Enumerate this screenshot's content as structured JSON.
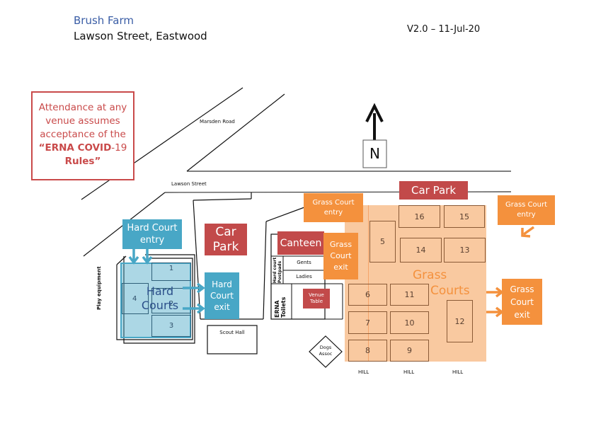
{
  "header": {
    "title": "Brush Farm",
    "subtitle": "Lawson Street, Eastwood",
    "version": "V2.0 – 11-Jul-20"
  },
  "notice": {
    "line1": "Attendance at any",
    "line2": "venue assumes",
    "line3": "acceptance of the",
    "line4_bold": "“ERNA COVID",
    "line4_rest": "-19",
    "line5": "Rules”"
  },
  "compass": {
    "label": "N",
    "icon": "north-arrow-icon"
  },
  "roads": {
    "marsden": "Marsden Road",
    "lawson": "Lawson Street"
  },
  "areas": {
    "car_park_top": "Car Park",
    "car_park_left_line1": "Car",
    "car_park_left_line2": "Park",
    "canteen": "Canteen",
    "gents": "Gents",
    "ladies": "Ladies",
    "hard_court_postpads": "Hard court Postpads",
    "erna_toilets": "ERNA Toilets",
    "venue_table_line1": "Venue",
    "venue_table_line2": "Table",
    "scout_hall": "Scout Hall",
    "dogs_assoc_line1": "Dogs",
    "dogs_assoc_line2": "Assoc",
    "play_equipment": "Play equipment",
    "hill": "HILL"
  },
  "hard_courts": {
    "label_line1": "Hard",
    "label_line2": "Courts",
    "entry_line1": "Hard Court",
    "entry_line2": "entry",
    "exit_line1": "Hard",
    "exit_line2": "Court",
    "exit_line3": "exit",
    "courts": [
      "1",
      "2",
      "3",
      "4"
    ]
  },
  "grass_courts": {
    "label_line1": "Grass",
    "label_line2": "Courts",
    "entry_line1": "Grass Court",
    "entry_line2": "entry",
    "exit_line1": "Grass",
    "exit_line2": "Court",
    "exit_line3": "exit",
    "courts": [
      "5",
      "6",
      "7",
      "8",
      "9",
      "10",
      "11",
      "12",
      "13",
      "14",
      "15",
      "16"
    ]
  },
  "colors": {
    "title_blue": "#3b5ea6",
    "notice_red": "#c94a4a",
    "building_red": "#c24a4a",
    "hard_court_blue": "#48a7c6",
    "grass_orange": "#f4913d",
    "grass_fill": "#f9c9a0"
  }
}
